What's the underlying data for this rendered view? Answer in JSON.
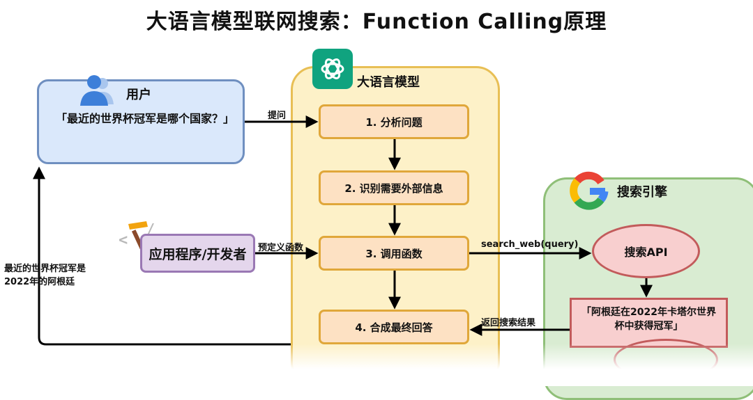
{
  "title": "大语言模型联网搜索：Function Calling原理",
  "user": {
    "title": "用户",
    "question": "「最近的世界杯冠军是哪个国家？」",
    "icon": "user-icon"
  },
  "llm": {
    "title": "大语言模型",
    "icon": "openai-logo-icon",
    "steps": [
      "1. 分析问题",
      "2. 识别需要外部信息",
      "3. 调用函数",
      "4. 合成最终回答"
    ]
  },
  "developer": {
    "label": "应用程序/开发者",
    "icon": "hammer-code-icon"
  },
  "search": {
    "title": "搜索引擎",
    "icon": "google-logo-icon",
    "api": "搜索API",
    "result": "「阿根廷在2022年卡塔尔世界杯中获得冠军」"
  },
  "edges": {
    "ask": "提问",
    "predefined": "预定义函数",
    "call": "search_web(query)",
    "return": "返回搜索结果",
    "answer_line1": "最近的世界杯冠军是",
    "answer_line2": "2022年的阿根廷"
  },
  "colors": {
    "llm_panel": "#fdf1c8",
    "step_fill": "#fde1c3",
    "user_fill": "#dae8fb",
    "dev_fill": "#e4d6ec",
    "google_panel": "#d9ecd2",
    "api_fill": "#f8cfcf",
    "openai_green": "#10a37f"
  }
}
